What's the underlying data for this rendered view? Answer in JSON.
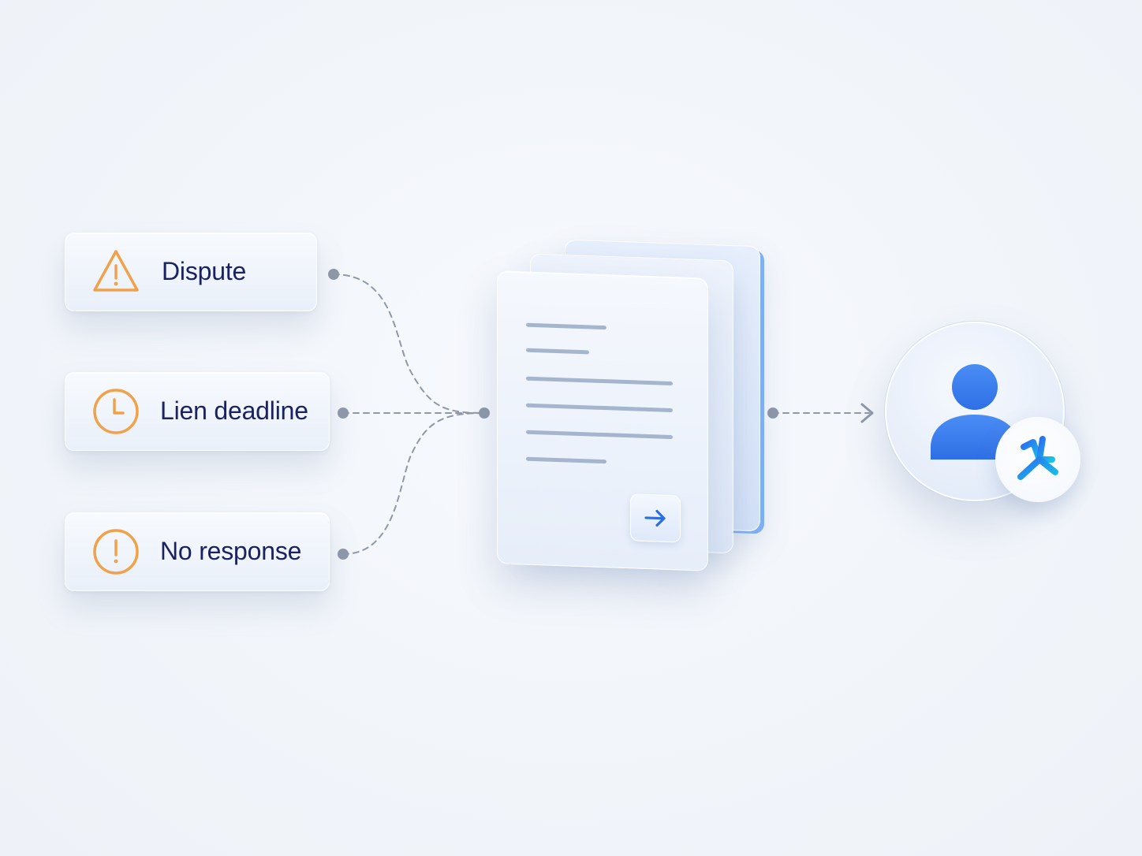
{
  "triggers": [
    {
      "label": "Dispute",
      "icon": "warning-triangle-icon",
      "color": "#f0a14a"
    },
    {
      "label": "Lien deadline",
      "icon": "clock-icon",
      "color": "#f0a14a"
    },
    {
      "label": "No response",
      "icon": "alert-circle-icon",
      "color": "#f0a14a"
    }
  ],
  "document": {
    "icon": "document-stack-icon",
    "action_icon": "arrow-right-icon",
    "accent_color": "#2e6fe0"
  },
  "recipient": {
    "icon": "user-avatar-icon",
    "badge_icon": "ai-spark-icon",
    "avatar_color": "#3a7ff0",
    "badge_color": "#1fa2e8"
  },
  "colors": {
    "text": "#1b2263",
    "connector": "#8e98a8",
    "background": "#f3f6fb"
  }
}
